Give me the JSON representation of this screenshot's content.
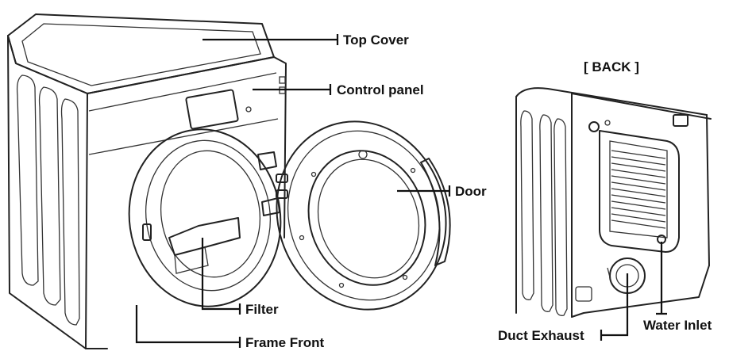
{
  "diagram": {
    "front_labels": {
      "top_cover": "Top Cover",
      "control_panel": "Control panel",
      "door": "Door",
      "filter": "Filter",
      "frame_front": "Frame Front"
    },
    "back_view": {
      "title": "[ BACK ]",
      "duct_exhaust": "Duct Exhaust",
      "water_inlet": "Water Inlet"
    }
  }
}
